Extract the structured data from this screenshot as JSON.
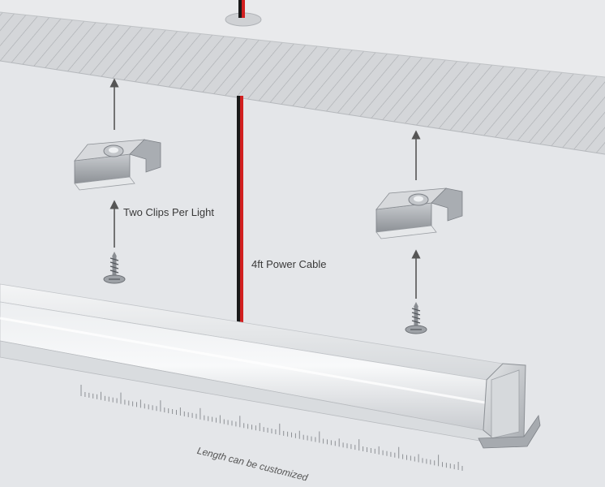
{
  "labels": {
    "clips": "Two Clips Per Light",
    "power_cable": "4ft Power Cable",
    "length": "Length can be customized"
  },
  "colors": {
    "background": "#e4e6e9",
    "ceiling_top": "#e9eaec",
    "ceiling_face": "#d2d4d7",
    "hatch": "#a9acb0",
    "cable_red": "#d22020",
    "cable_black": "#1a1a1a",
    "arrow": "#555555"
  },
  "icons": [
    "arrow-up-icon",
    "mounting-clip-icon",
    "screw-icon",
    "ruler-scale-icon"
  ]
}
